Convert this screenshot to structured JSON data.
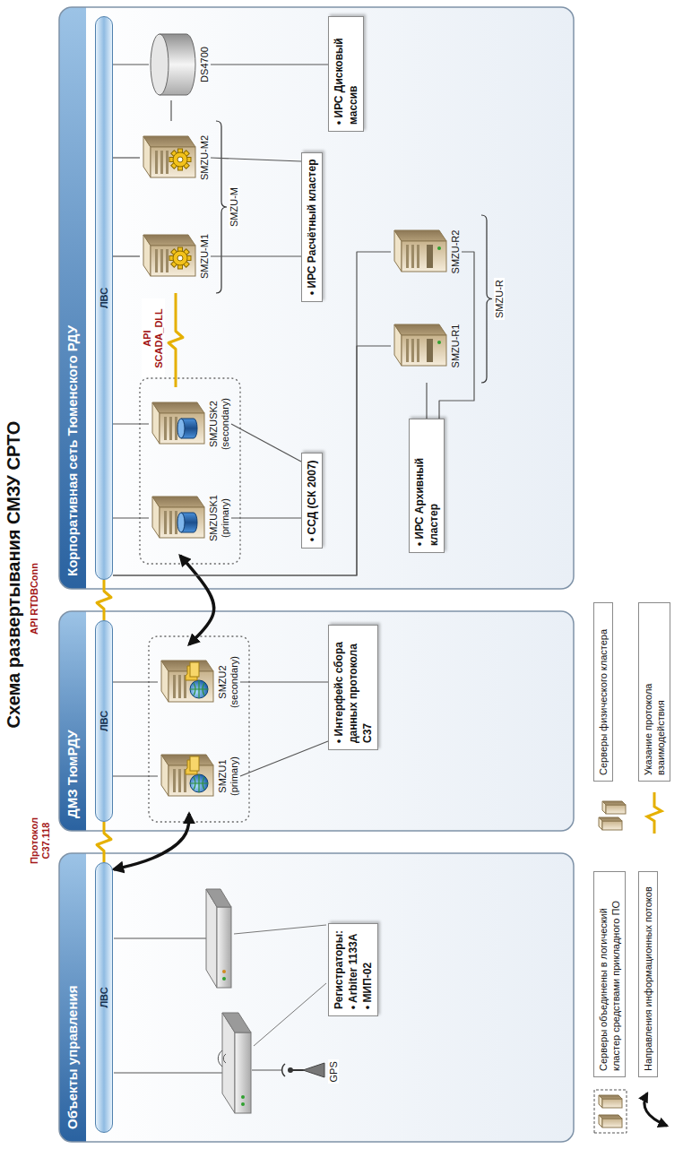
{
  "diagram": {
    "title": "Схема развертывания СМЗУ СРТО",
    "nodes": [
      {
        "text": [
          "Объекты управления"
        ]
      },
      {
        "text": [
          "ЛВС"
        ],
        "in": 0
      },
      {
        "text": [
          "Регистраторы:",
          "• Arbiter 1133A",
          "• МИП-02"
        ],
        "in": 0
      },
      {
        "text": [
          "ДМЗ ТюмРДУ"
        ]
      },
      {
        "text": [
          "ЛВС"
        ],
        "in": 3
      },
      {
        "text": [
          "SMZU1 (primary)"
        ],
        "in": 3
      },
      {
        "text": [
          "SMZU2 (secondary)"
        ],
        "in": 3
      },
      {
        "text": [
          "• Интерфейс сбора данных протокола C37"
        ],
        "in": 3
      },
      {
        "text": [
          "Корпоративная сеть Тюменского РДУ"
        ]
      },
      {
        "text": [
          "ЛВС"
        ],
        "in": 8
      },
      {
        "text": [
          "SMZUSK1 (primary)"
        ],
        "in": 8
      },
      {
        "text": [
          "SMZUSK2 (secondary)"
        ],
        "in": 8
      },
      {
        "text": [
          "SMZU-M1"
        ],
        "in": 8
      },
      {
        "text": [
          "SMZU-M2"
        ],
        "in": 8
      },
      {
        "text": [
          "SMZU-R1"
        ],
        "in": 8
      },
      {
        "text": [
          "SMZU-R2"
        ],
        "in": 8
      },
      {
        "text": [
          "DS4700"
        ],
        "in": 8
      },
      {
        "text": [
          "• ССД (СК 2007)"
        ],
        "in": 8
      },
      {
        "text": [
          "• ИРС Расчётный кластер"
        ],
        "in": 8
      },
      {
        "text": [
          "• ИРС Архивный кластер"
        ],
        "in": 8
      },
      {
        "text": [
          "• ИРС Дисковый массив"
        ],
        "in": 8
      }
    ],
    "edges": [
      {
        "from": 1,
        "to": 4,
        "label": "Протокол C37.118",
        "arrow": "none"
      },
      {
        "from": 4,
        "to": 9,
        "label": "API RTDBConn",
        "arrow": "none"
      },
      {
        "from": 11,
        "to": 12,
        "label": "API SCADA_DLL",
        "arrow": "none"
      },
      {
        "from": 1,
        "to": 5,
        "arrow": "both"
      },
      {
        "from": 6,
        "to": 10,
        "arrow": "both"
      },
      {
        "from": 4,
        "to": 5,
        "arrow": "none"
      },
      {
        "from": 4,
        "to": 6,
        "arrow": "none"
      },
      {
        "from": 9,
        "to": 10,
        "arrow": "none"
      },
      {
        "from": 9,
        "to": 11,
        "arrow": "none"
      },
      {
        "from": 9,
        "to": 12,
        "arrow": "none"
      },
      {
        "from": 9,
        "to": 13,
        "arrow": "none"
      },
      {
        "from": 9,
        "to": 14,
        "arrow": "none"
      },
      {
        "from": 9,
        "to": 15,
        "arrow": "none"
      },
      {
        "from": 9,
        "to": 16,
        "arrow": "none"
      },
      {
        "from": 16,
        "to": 13,
        "arrow": "none"
      },
      {
        "from": 7,
        "to": 5,
        "arrow": "none"
      },
      {
        "from": 7,
        "to": 6,
        "arrow": "none"
      },
      {
        "from": 17,
        "to": 10,
        "arrow": "none"
      },
      {
        "from": 17,
        "to": 11,
        "arrow": "none"
      },
      {
        "from": 18,
        "to": 12,
        "arrow": "none"
      },
      {
        "from": 18,
        "to": 13,
        "arrow": "none"
      },
      {
        "from": 19,
        "to": 14,
        "arrow": "none"
      },
      {
        "from": 19,
        "to": 15,
        "arrow": "none"
      },
      {
        "from": 20,
        "to": 16,
        "arrow": "none"
      }
    ],
    "labels": [
      "GPS",
      "SMZU-M",
      "SMZU-R"
    ],
    "legend": [
      {
        "text": "Серверы объединены в логический кластер средствами прикладного ПО"
      },
      {
        "text": "Серверы физического кластера"
      },
      {
        "text": "Указание протокола взаимодействия"
      },
      {
        "text": "Направления информационных потоков"
      }
    ]
  }
}
